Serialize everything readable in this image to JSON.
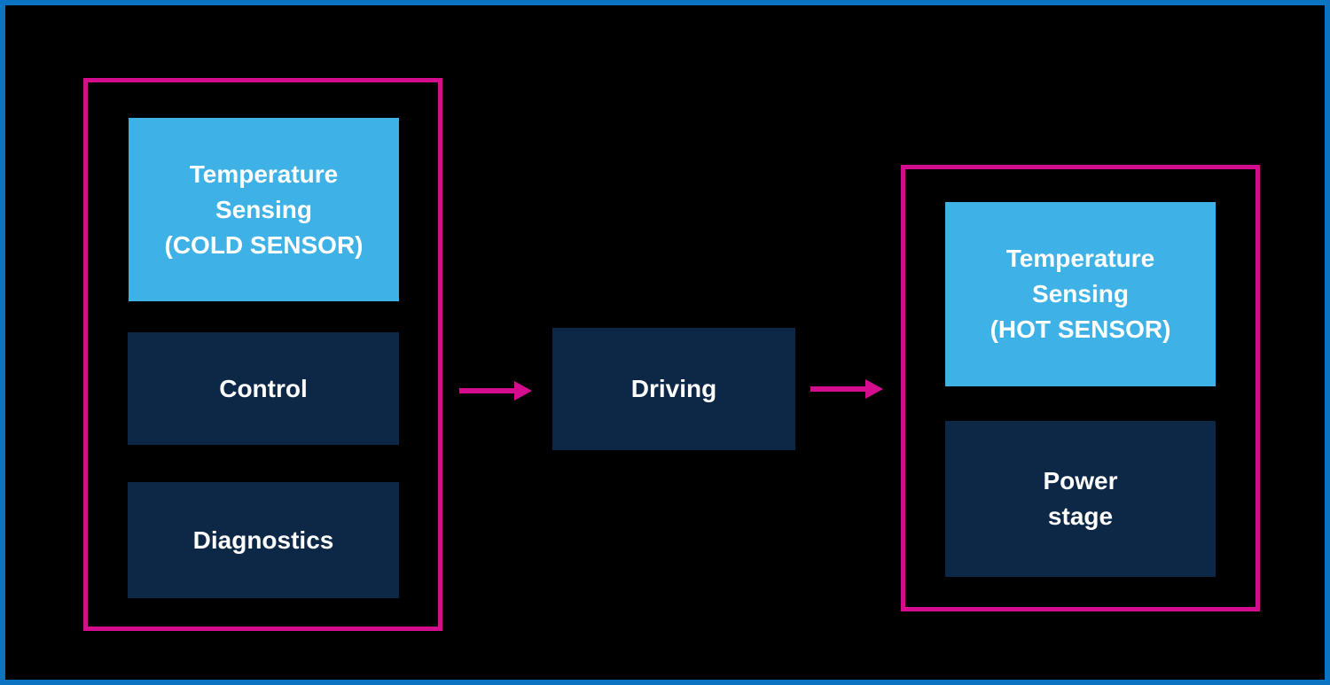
{
  "diagram": {
    "nodes": {
      "cold_sensor": {
        "label": "Temperature\nSensing\n(COLD SENSOR)"
      },
      "control": {
        "label": "Control"
      },
      "diagnostics": {
        "label": "Diagnostics"
      },
      "driving": {
        "label": "Driving"
      },
      "hot_sensor": {
        "label": "Temperature\nSensing\n(HOT SENSOR)"
      },
      "power_stage": {
        "label": "Power\nstage"
      }
    },
    "connections": [
      {
        "from": "left-group",
        "to": "driving"
      },
      {
        "from": "driving",
        "to": "right-group"
      }
    ]
  },
  "colors": {
    "canvas_background": "#000000",
    "outer_border": "#0a74c2",
    "group_border": "#d40d8e",
    "arrow": "#d40d8e",
    "sensor_box": "#3eb1e6",
    "process_box": "#0d2847",
    "text": "#ffffff"
  }
}
